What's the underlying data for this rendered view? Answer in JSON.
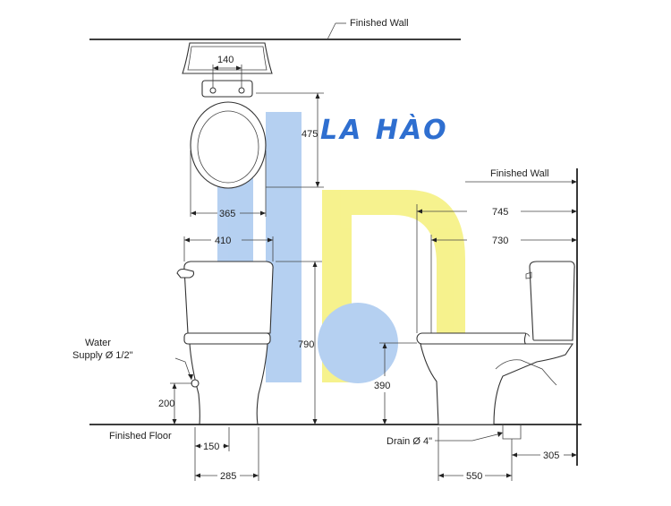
{
  "labels": {
    "finished_wall_top": "Finished Wall",
    "finished_wall_side": "Finished Wall",
    "finished_floor": "Finished Floor",
    "water_supply_line1": "Water",
    "water_supply_line2": "Supply Ø 1/2\"",
    "drain": "Drain Ø 4\""
  },
  "dimensions": {
    "bolt_spacing": "140",
    "seat_length": "475",
    "seat_width": "365",
    "tank_width": "410",
    "total_height": "790",
    "supply_height": "200",
    "supply_offset": "150",
    "base_offset": "285",
    "drain_height": "390",
    "depth_overall": "745",
    "depth_bowl": "730",
    "drain_from_wall": "305",
    "drain_to_front": "550"
  },
  "watermark": {
    "text": "LA HÀO",
    "colors": {
      "blue": "#a9c8ef",
      "yellow": "#f5f07a",
      "text": "#2f6fd0"
    }
  }
}
